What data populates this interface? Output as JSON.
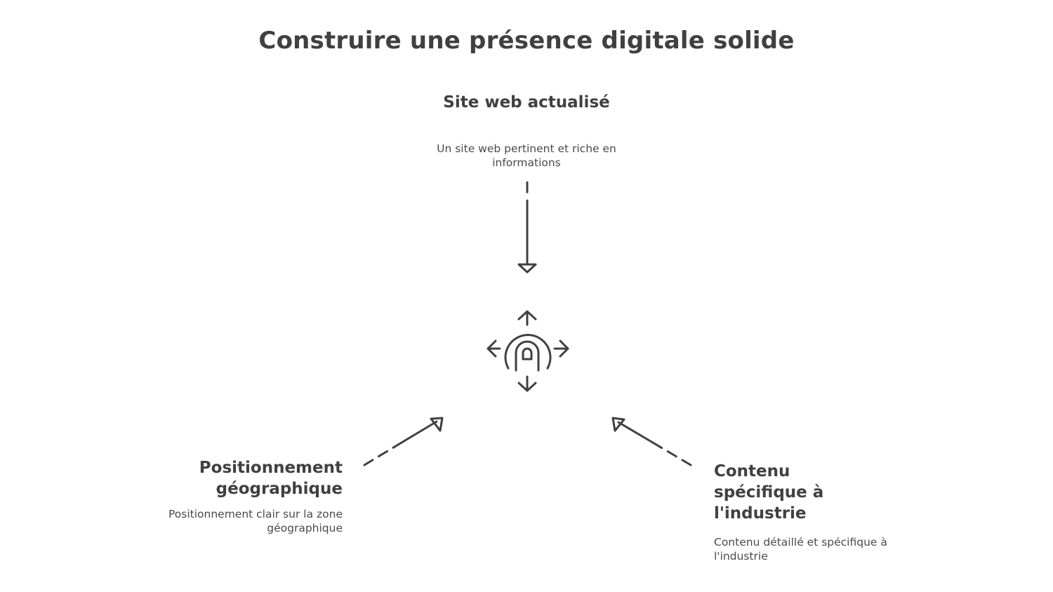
{
  "title": "Construire une présence digitale solide",
  "nodes": {
    "top": {
      "title": "Site web actualisé",
      "description": "Un site web pertinent et riche en informations"
    },
    "left": {
      "title": "Positionnement géographique",
      "description": "Positionnement clair sur la zone géographique"
    },
    "right": {
      "title": "Contenu spécifique à l'industrie",
      "description": "Contenu détaillé et spécifique à l'industrie"
    }
  },
  "center": {
    "icon": "touch-expand-icon"
  },
  "colors": {
    "text": "#404040",
    "stroke": "#404040",
    "background": "#ffffff"
  }
}
